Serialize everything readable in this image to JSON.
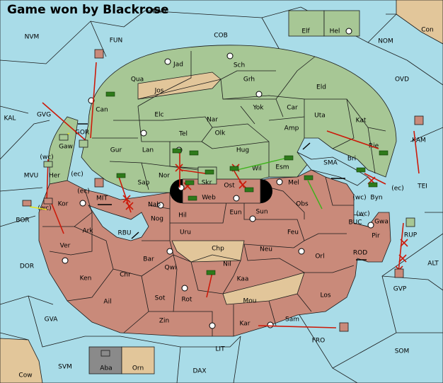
{
  "title": "Game won by Blackrose",
  "colors": {
    "sea": "#a9dce8",
    "green_power": "#a7c795",
    "red_power": "#c98a7a",
    "neutral": "#e2c69a",
    "order_arrow": "#cc1a0a",
    "support_arrow": "#3cb21a",
    "convoy_arrow": "#e8e41a"
  },
  "sea_labels": {
    "nao": "NAO",
    "nvm": "NVM",
    "cob": "COB",
    "nom": "NOM",
    "ovd": "OVD",
    "kal": "KAL",
    "gvg": "GVG",
    "fun": "FUN",
    "mvu": "MVU",
    "bor": "BOR",
    "dor": "DOR",
    "gva": "GVA",
    "svm": "SVM",
    "lit": "LIT",
    "dax": "DAX",
    "fro": "FRO",
    "som": "SOM",
    "alt": "ALT",
    "tei": "TEI",
    "kam": "KAM",
    "sma": "SMA",
    "mit": "MIT",
    "rbu": "RBU",
    "buc": "BUC",
    "rod": "ROD",
    "gvp": "GVP",
    "gor": "GOR",
    "gaw": "Gaw",
    "skr": "Skr",
    "rup": "RUP"
  },
  "green_labels": {
    "jad": "Jad",
    "sch": "Sch",
    "qua": "Qua",
    "grh": "Grh",
    "eld": "Eld",
    "can": "Can",
    "yok": "Yok",
    "car": "Car",
    "uta": "Uta",
    "elc": "Elc",
    "nar": "Nar",
    "amp": "Amp",
    "kat": "Kat",
    "tel": "Tel",
    "olk": "Olk",
    "gur": "Gur",
    "lan": "Lan",
    "hug": "Hug",
    "bri": "Bri",
    "rie": "Rie",
    "nor": "Nor",
    "wil": "Wil",
    "esm": "Esm",
    "sap": "Sap",
    "her": "Her",
    "elf": "Elf",
    "hel": "Hel",
    "con": "Con"
  },
  "red_labels": {
    "ost": "Ost",
    "web": "Web",
    "mel": "Mel",
    "nab": "Nab",
    "kor": "Kor",
    "eun": "Eun",
    "sun": "Sun",
    "obs": "Obs",
    "byn": "Byn",
    "hil": "Hil",
    "nog": "Nog",
    "gwa": "Gwa",
    "ark": "Ark",
    "uru": "Uru",
    "feu": "Feu",
    "pir": "Pir",
    "ver": "Ver",
    "neu": "Neu",
    "orl": "Orl",
    "bar": "Bar",
    "qwi": "Qwi",
    "nil": "Nil",
    "ken": "Ken",
    "chr": "Chr",
    "kaa": "Kaa",
    "ail": "Ail",
    "sot": "Sot",
    "rot": "Rot",
    "los": "Los",
    "zin": "Zin",
    "kar": "Kar",
    "sam": "Sam"
  },
  "neutral_labels": {
    "jos": "Jos",
    "chp": "Chp",
    "mou": "Mou",
    "orn": "Orn",
    "cow": "Cow",
    "aba": "Aba"
  },
  "coast_tags": {
    "wc1": "(wc)",
    "ec1": "(ec)",
    "wc2": "(wc)",
    "ec2": "(ec)",
    "wc3": "(wc)",
    "ec3": "(ec)",
    "wc4": "(wc)"
  }
}
